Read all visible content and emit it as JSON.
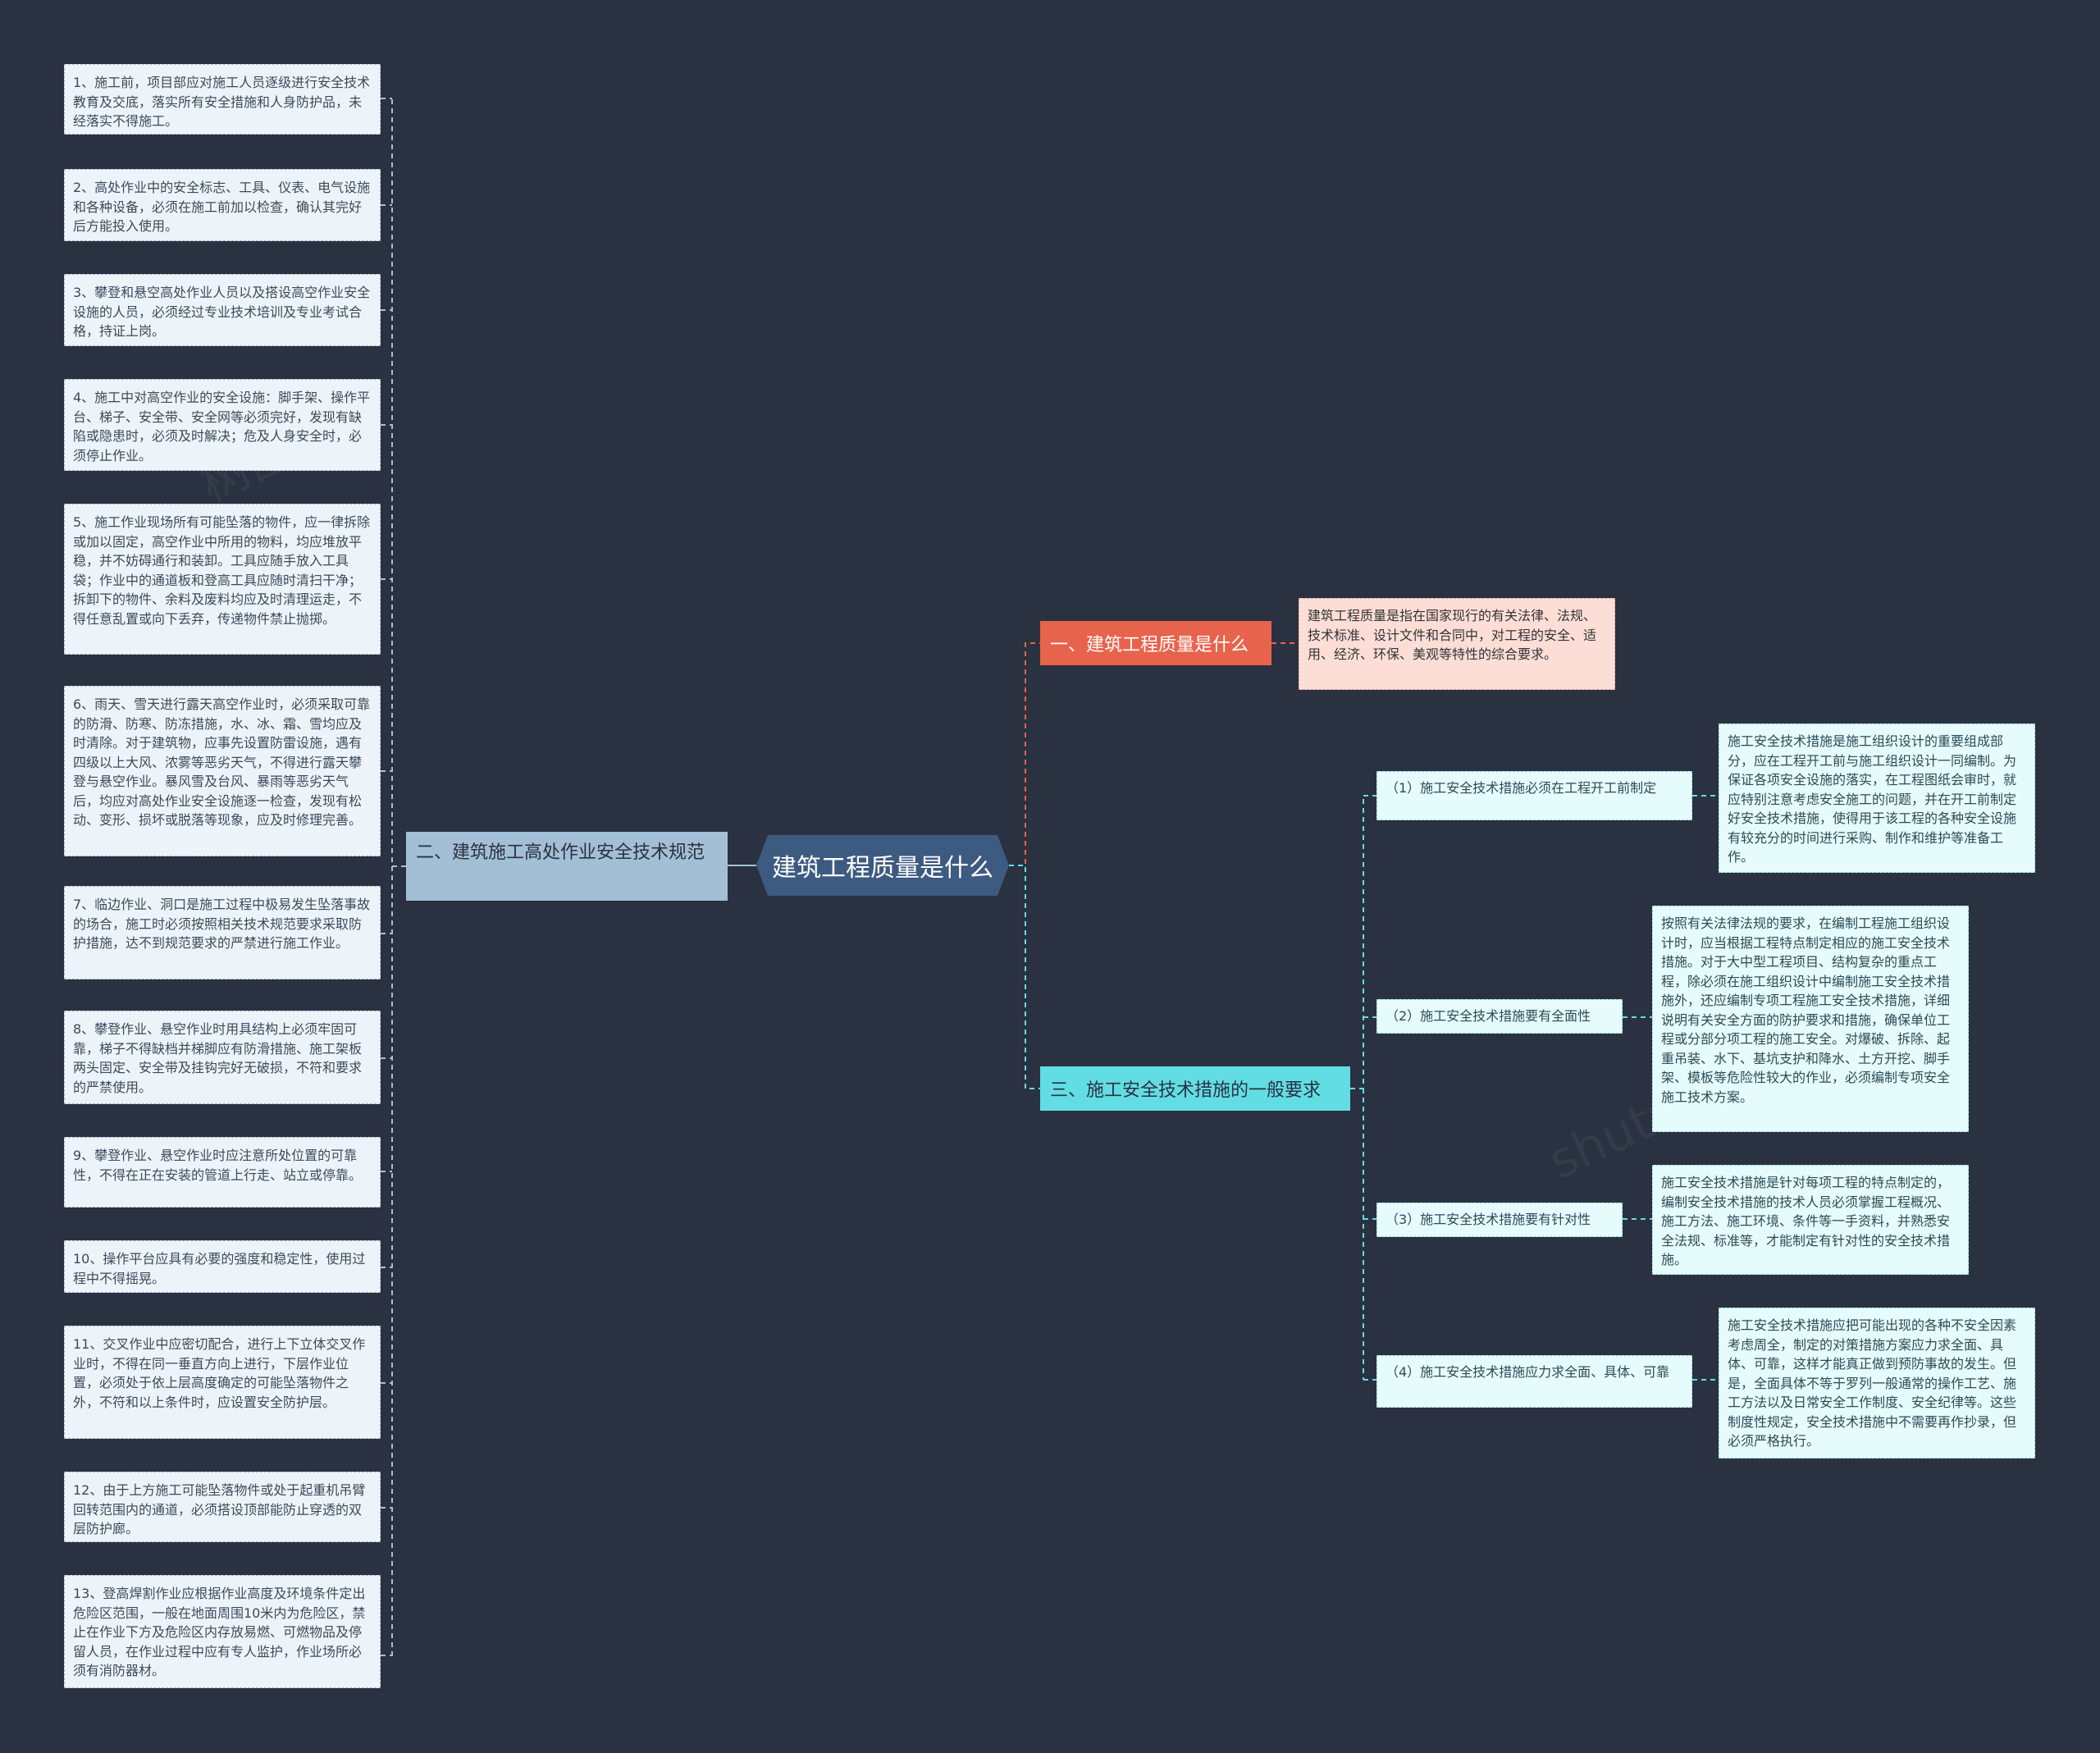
{
  "root": "建筑工程质量是什么",
  "branch1": {
    "label": "一、建筑工程质量是什么",
    "detail": "建筑工程质量是指在国家现行的有关法律、法规、技术标准、设计文件和合同中，对工程的安全、适用、经济、环保、美观等特性的综合要求。"
  },
  "branch2": {
    "label": "二、建筑施工高处作业安全技术规范",
    "items": [
      "1、施工前，项目部应对施工人员逐级进行安全技术教育及交底，落实所有安全措施和人身防护品，未经落实不得施工。",
      "2、高处作业中的安全标志、工具、仪表、电气设施和各种设备，必须在施工前加以检查，确认其完好后方能投入使用。",
      "3、攀登和悬空高处作业人员以及搭设高空作业安全设施的人员，必须经过专业技术培训及专业考试合格，持证上岗。",
      "4、施工中对高空作业的安全设施：脚手架、操作平台、梯子、安全带、安全网等必须完好，发现有缺陷或隐患时，必须及时解决；危及人身安全时，必须停止作业。",
      "5、施工作业现场所有可能坠落的物件，应一律拆除或加以固定，高空作业中所用的物料，均应堆放平稳，并不妨碍通行和装卸。工具应随手放入工具袋；作业中的通道板和登高工具应随时清扫干净；拆卸下的物件、余料及废料均应及时清理运走，不得任意乱置或向下丢弃，传递物件禁止抛掷。",
      "6、雨天、雪天进行露天高空作业时，必须采取可靠的防滑、防寒、防冻措施，水、冰、霜、雪均应及时清除。对于建筑物，应事先设置防雷设施，遇有四级以上大风、浓雾等恶劣天气，不得进行露天攀登与悬空作业。暴风雪及台风、暴雨等恶劣天气后，均应对高处作业安全设施逐一检查，发现有松动、变形、损坏或脱落等现象，应及时修理完善。",
      "7、临边作业、洞口是施工过程中极易发生坠落事故的场合，施工时必须按照相关技术规范要求采取防护措施，达不到规范要求的严禁进行施工作业。",
      "8、攀登作业、悬空作业时用具结构上必须牢固可靠，梯子不得缺档并梯脚应有防滑措施、施工架板两头固定、安全带及挂钩完好无破损，不符和要求的严禁使用。",
      "9、攀登作业、悬空作业时应注意所处位置的可靠性，不得在正在安装的管道上行走、站立或停靠。",
      "10、操作平台应具有必要的强度和稳定性，使用过程中不得摇晃。",
      "11、交叉作业中应密切配合，进行上下立体交叉作业时，不得在同一垂直方向上进行，下层作业位置，必须处于依上层高度确定的可能坠落物件之外，不符和以上条件时，应设置安全防护层。",
      "12、由于上方施工可能坠落物件或处于起重机吊臂回转范围内的通道，必须搭设顶部能防止穿透的双层防护廊。",
      "13、登高焊割作业应根据作业高度及环境条件定出危险区范围，一般在地面周围10米内为危险区，禁止在作业下方及危险区内存放易燃、可燃物品及停留人员，在作业过程中应有专人监护，作业场所必须有消防器材。"
    ]
  },
  "branch3": {
    "label": "三、施工安全技术措施的一般要求",
    "subs": [
      {
        "label": "（1）施工安全技术措施必须在工程开工前制定",
        "detail": "施工安全技术措施是施工组织设计的重要组成部分，应在工程开工前与施工组织设计一同编制。为保证各项安全设施的落实，在工程图纸会审时，就应特别注意考虑安全施工的问题，并在开工前制定好安全技术措施，使得用于该工程的各种安全设施有较充分的时间进行采购、制作和维护等准备工作。"
      },
      {
        "label": "（2）施工安全技术措施要有全面性",
        "detail": "按照有关法律法规的要求，在编制工程施工组织设计时，应当根据工程特点制定相应的施工安全技术措施。对于大中型工程项目、结构复杂的重点工程，除必须在施工组织设计中编制施工安全技术措施外，还应编制专项工程施工安全技术措施，详细说明有关安全方面的防护要求和措施，确保单位工程或分部分项工程的施工安全。对爆破、拆除、起重吊装、水下、基坑支护和降水、土方开挖、脚手架、模板等危险性较大的作业，必须编制专项安全施工技术方案。"
      },
      {
        "label": "（3）施工安全技术措施要有针对性",
        "detail": "施工安全技术措施是针对每项工程的特点制定的，编制安全技术措施的技术人员必须掌握工程概况、施工方法、施工环境、条件等一手资料，并熟悉安全法规、标准等，才能制定有针对性的安全技术措施。"
      },
      {
        "label": "（4）施工安全技术措施应力求全面、具体、可靠",
        "detail": "施工安全技术措施应把可能出现的各种不安全因素考虑周全，制定的对策措施方案应力求全面、具体、可靠，这样才能真正做到预防事故的发生。但是，全面具体不等于罗列一般通常的操作工艺、施工方法以及日常安全工作制度、安全纪律等。这些制度性规定，安全技术措施中不需要再作抄录，但必须严格执行。"
      }
    ]
  },
  "colors": {
    "background": "#2a3140",
    "root": "#3d5a80",
    "branch1": "#e8634c",
    "branch2": "#a3bfd6",
    "branch3": "#62dde4"
  }
}
